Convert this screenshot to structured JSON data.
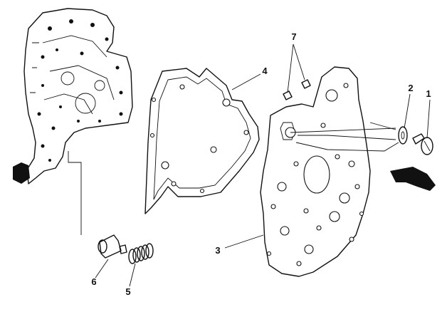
{
  "diagram": {
    "callouts": [
      {
        "id": "1",
        "text": "1"
      },
      {
        "id": "2",
        "text": "2"
      },
      {
        "id": "3",
        "text": "3"
      },
      {
        "id": "4",
        "text": "4"
      },
      {
        "id": "5",
        "text": "5"
      },
      {
        "id": "6",
        "text": "6"
      },
      {
        "id": "7",
        "text": "7"
      }
    ],
    "colors": {
      "ink": "#111111",
      "paper": "#ffffff"
    }
  }
}
